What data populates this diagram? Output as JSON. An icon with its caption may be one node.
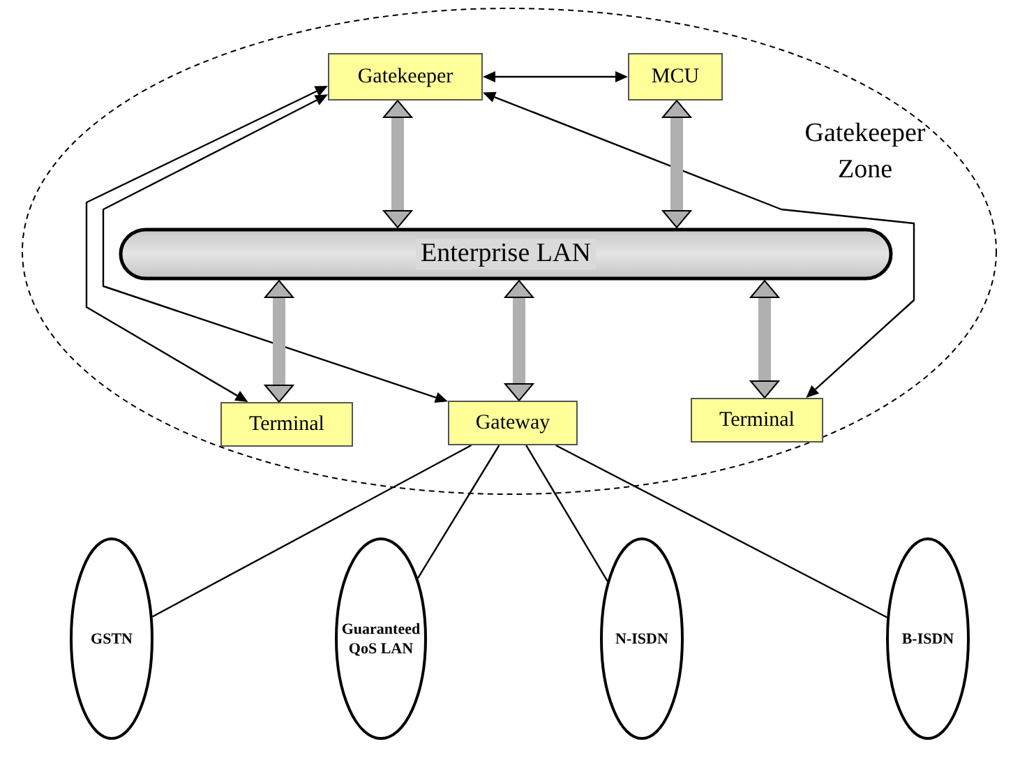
{
  "diagram": {
    "nodes": [
      {
        "text": [
          "Gatekeeper Zone"
        ]
      },
      {
        "text": [
          "Gatekeeper"
        ],
        "in": 0
      },
      {
        "text": [
          "MCU"
        ],
        "in": 0
      },
      {
        "text": [
          "Enterprise LAN"
        ],
        "in": 0
      },
      {
        "text": [
          "Terminal"
        ],
        "in": 0
      },
      {
        "text": [
          "Gateway"
        ],
        "in": 0
      },
      {
        "text": [
          "Terminal"
        ],
        "in": 0
      },
      {
        "text": [
          "GSTN"
        ]
      },
      {
        "text": [
          "Guaranteed QoS LAN"
        ]
      },
      {
        "text": [
          "N-ISDN"
        ]
      },
      {
        "text": [
          "B-ISDN"
        ]
      }
    ],
    "edges": [
      {
        "from": 1,
        "to": 2,
        "arrow": "both"
      },
      {
        "from": 1,
        "to": 4,
        "arrow": "both"
      },
      {
        "from": 1,
        "to": 5,
        "arrow": "both"
      },
      {
        "from": 1,
        "to": 6,
        "arrow": "both"
      },
      {
        "from": 1,
        "to": 3,
        "arrow": "both",
        "style": "thick",
        "color": "#b0b0b0"
      },
      {
        "from": 2,
        "to": 3,
        "arrow": "both",
        "style": "thick",
        "color": "#b0b0b0"
      },
      {
        "from": 3,
        "to": 4,
        "arrow": "both",
        "style": "thick",
        "color": "#b0b0b0"
      },
      {
        "from": 3,
        "to": 5,
        "arrow": "both",
        "style": "thick",
        "color": "#b0b0b0"
      },
      {
        "from": 3,
        "to": 6,
        "arrow": "both",
        "style": "thick",
        "color": "#b0b0b0"
      },
      {
        "from": 5,
        "to": 7,
        "arrow": "none"
      },
      {
        "from": 5,
        "to": 8,
        "arrow": "none"
      },
      {
        "from": 5,
        "to": 9,
        "arrow": "none"
      },
      {
        "from": 5,
        "to": 10,
        "arrow": "none"
      }
    ]
  }
}
